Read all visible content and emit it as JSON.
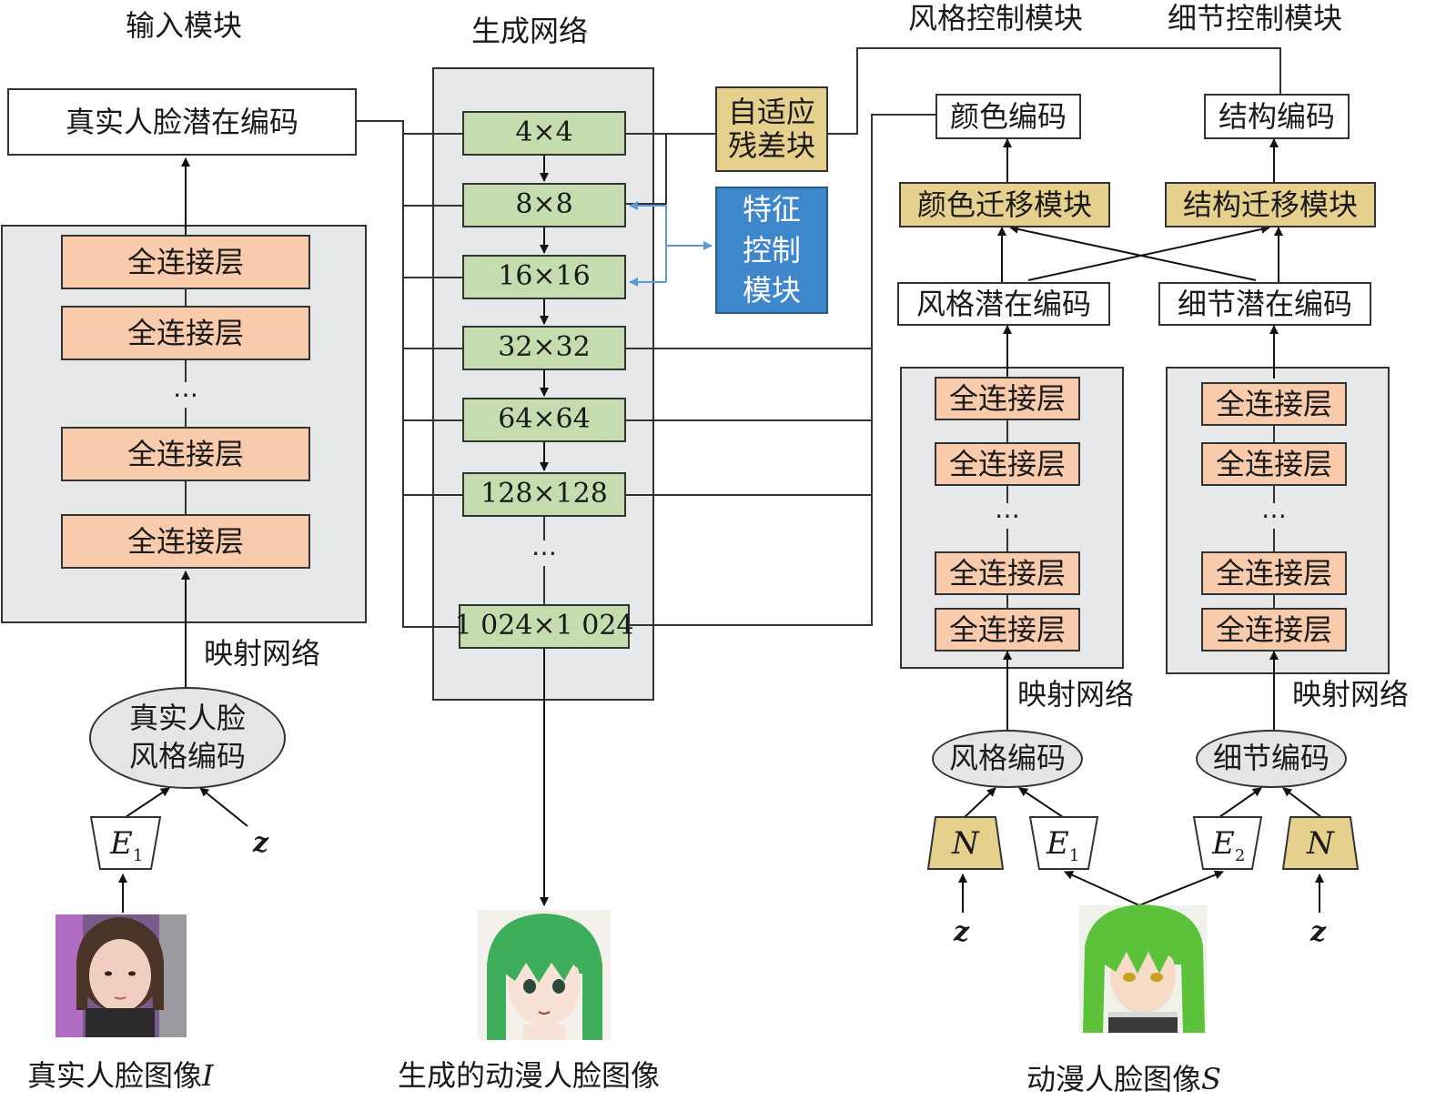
{
  "titles": {
    "input_module": "输入模块",
    "gen_network": "生成网络",
    "style_control": "风格控制模块",
    "detail_control": "细节控制模块"
  },
  "left": {
    "real_latent": "真实人脸潜在编码",
    "fc_layers": [
      "全连接层",
      "全连接层",
      "全连接层",
      "全连接层"
    ],
    "dots": "⋯",
    "mapping": "映射网络",
    "style_code_l1": "真实人脸",
    "style_code_l2": "风格编码",
    "e1": "E",
    "e1_sub": "1",
    "z": "z",
    "caption": "真实人脸图像",
    "caption_var": "I"
  },
  "generator": {
    "blocks": [
      "4×4",
      "8×8",
      "16×16",
      "32×32",
      "64×64",
      "128×128",
      "1 024×1 024"
    ],
    "dots": "⋯",
    "caption": "生成的动漫人脸图像"
  },
  "middle": {
    "adaptive_l1": "自适应",
    "adaptive_l2": "残差块",
    "feature_l1": "特征",
    "feature_l2": "控制",
    "feature_l3": "模块"
  },
  "style": {
    "color_code": "颜色编码",
    "color_transfer": "颜色迁移模块",
    "style_latent": "风格潜在编码",
    "fc_layers": [
      "全连接层",
      "全连接层",
      "全连接层",
      "全连接层"
    ],
    "dots": "⋯",
    "mapping": "映射网络",
    "code": "风格编码",
    "n": "N",
    "e1": "E",
    "e1_sub": "1",
    "z": "z"
  },
  "detail": {
    "struct_code": "结构编码",
    "struct_transfer": "结构迁移模块",
    "detail_latent": "细节潜在编码",
    "fc_layers": [
      "全连接层",
      "全连接层",
      "全连接层",
      "全连接层"
    ],
    "dots": "⋯",
    "mapping": "映射网络",
    "code": "细节编码",
    "e2": "E",
    "e2_sub": "2",
    "n": "N",
    "z": "z"
  },
  "right": {
    "caption": "动漫人脸图像",
    "caption_var": "S"
  },
  "colors": {
    "orange": "#f8cbad",
    "green": "#c5dcae",
    "tan": "#e6d08e",
    "blue": "#3f87cc",
    "grey": "#e7e8ea",
    "arrow_blue": "#5b9bd5"
  }
}
